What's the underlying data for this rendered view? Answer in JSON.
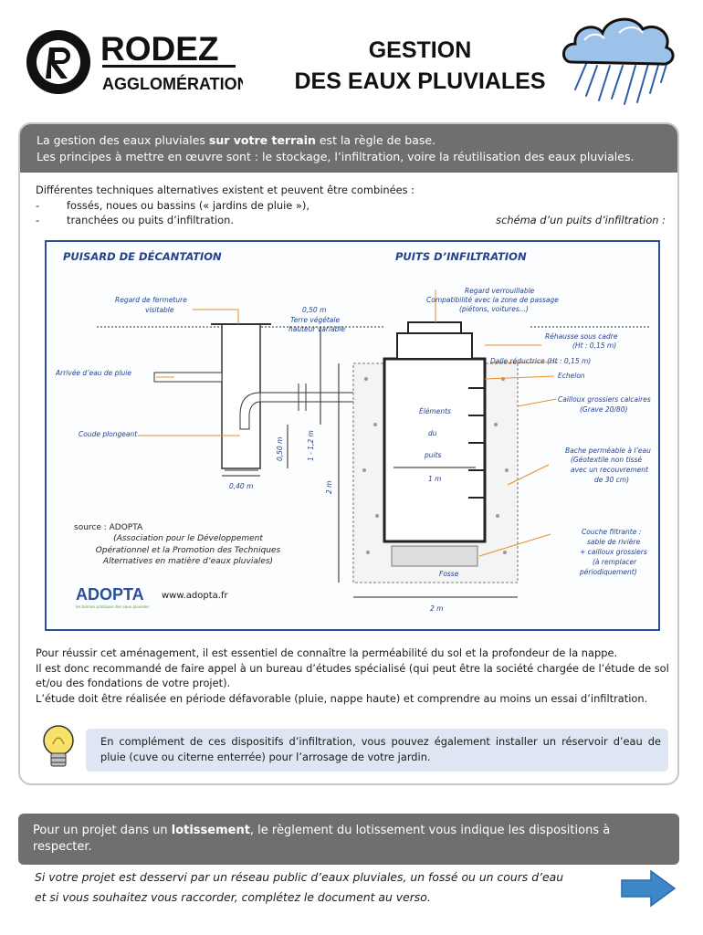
{
  "header": {
    "logo_brand": "RODEZ",
    "logo_sub": "AGGLOMÉRATION",
    "title_line1": "GESTION",
    "title_line2": "DES EAUX PLUVIALES"
  },
  "banner": {
    "line1_pre": "La gestion des eaux pluviales ",
    "line1_bold": "sur votre terrain",
    "line1_post": " est la règle de base.",
    "line2": "Les principes à mettre en œuvre sont : le stockage, l’infiltration, voire la réutilisation des eaux pluviales."
  },
  "intro": {
    "lead": "Différentes techniques alternatives existent et peuvent être combinées :",
    "bullets": [
      "fossés, noues ou bassins (« jardins de pluie »),",
      "tranchées ou puits d’infiltration."
    ],
    "bullet_marker": "-",
    "schema_caption": "schéma d’un puits d’infiltration :"
  },
  "schema": {
    "left_title": "PUISARD DE DÉCANTATION",
    "right_title": "PUITS D’INFILTRATION",
    "labels": {
      "regard_fermeture_1": "Regard de fermeture",
      "regard_fermeture_2": "visitable",
      "arrivee": "Arrivée d’eau de pluie",
      "coude": "Coude plongeant",
      "dim_050m": "0,50 m",
      "terre_1": "Terre végétale",
      "terre_2": "hauteur variable",
      "dim_050m_v": "0,50 m",
      "dim_1_12": "1 - 1,2 m",
      "dim_040": "0,40 m",
      "dim_2m_v": "2 m",
      "regard_verr_1": "Regard verrouillable",
      "regard_verr_2": "Compatibilité avec la zone de passage",
      "regard_verr_3": "(piétons, voitures...)",
      "rehausse_1": "Réhausse sous cadre",
      "rehausse_2": "(Ht : 0,15 m)",
      "dalle": "Dalle réductrice (Ht : 0,15 m)",
      "echelon": "Echelon",
      "elements_1": "Éléments",
      "elements_2": "du",
      "elements_3": "puits",
      "dim_1m": "1 m",
      "cailloux_1": "Cailloux grossiers calcaires",
      "cailloux_2": "(Grave 20/80)",
      "bache_1": "Bache perméable à l’eau",
      "bache_2": "(Géotextile non tissé",
      "bache_3": "avec un recouvrement",
      "bache_4": "de 30 cm)",
      "couche_1": "Couche filtrante :",
      "couche_2": "sable de rivière",
      "couche_3": "+ cailloux grossiers",
      "couche_4": "(à remplacer",
      "couche_5": "périodiquement)",
      "fosse": "Fosse",
      "dim_2m_h": "2 m"
    },
    "source_label": "source : ADOPTA",
    "source_detail": "(Association pour le Développement Opérationnel et la Promotion des Techniques Alternatives en matière d’eaux pluviales)",
    "adopta_logo": "ADOPTA",
    "adopta_tagline": "les bonnes pratiques des eaux pluviales",
    "website": "www.adopta.fr"
  },
  "advice": {
    "p1": "Pour réussir cet aménagement, il est essentiel de connaître la perméabilité du sol et la profondeur de la nappe.",
    "p2": "Il est donc recommandé de faire appel à un bureau d’études spécialisé (qui peut être la société chargée de l’étude de sol et/ou des fondations de votre projet).",
    "p3": "L’étude doit être réalisée en période défavorable (pluie, nappe haute) et comprendre au moins un essai d’infiltration."
  },
  "tip": {
    "text": "En complément de ces dispositifs d’infiltration, vous pouvez également installer un réservoir d’eau de pluie (cuve ou citerne enterrée) pour l’arrosage de votre jardin."
  },
  "lotissement": {
    "pre": "Pour un projet dans un ",
    "bold": "lotissement",
    "post": ", le règlement du lotissement vous indique les dispositions à respecter."
  },
  "footer": {
    "line1": "Si votre projet est desservi par un réseau public d’eaux pluviales, un fossé ou un cours d’eau",
    "line2": "et si vous souhaitez vous raccorder, complétez le document au verso."
  },
  "icons": {
    "logo": "rodez-r-logo-icon",
    "cloud": "rain-cloud-icon",
    "bulb": "lightbulb-icon",
    "arrow": "arrow-right-icon"
  },
  "colors": {
    "banner": "#6f6f6f",
    "tip_bg": "#dde6f2",
    "schema_border": "#2a4f9a",
    "schema_text": "#24438c",
    "annotation": "#e8902a",
    "arrow": "#3d86c8"
  }
}
